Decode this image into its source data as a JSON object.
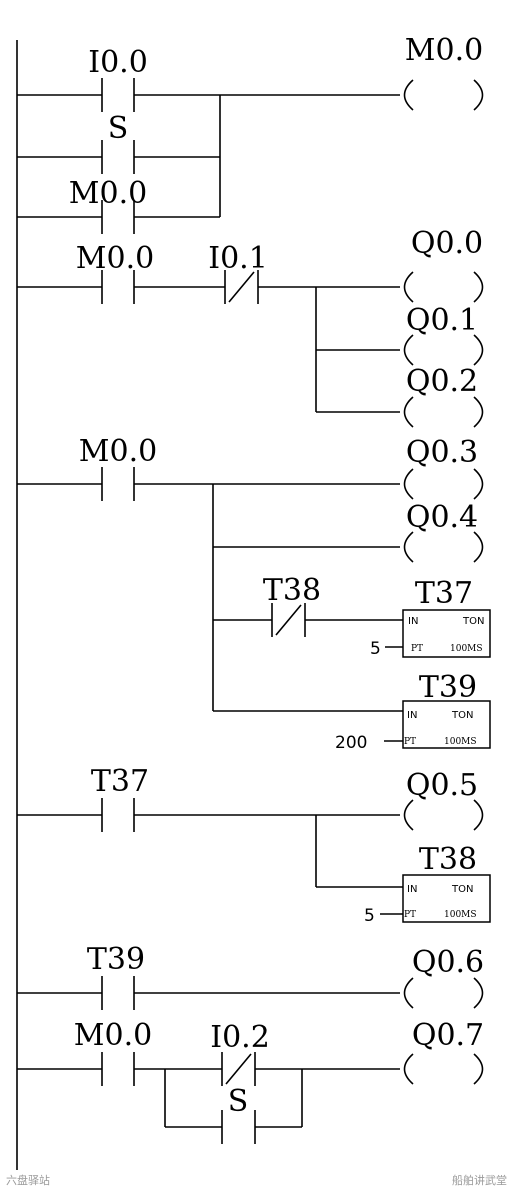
{
  "rungs": [
    {
      "contacts": [
        {
          "label": "I0.0",
          "type": "no"
        },
        {
          "label": "S",
          "type": "no",
          "branch": true
        },
        {
          "label": "M0.0",
          "type": "no",
          "branch": true
        }
      ],
      "coils": [
        "M0.0"
      ]
    },
    {
      "contacts": [
        {
          "label": "M0.0",
          "type": "no"
        },
        {
          "label": "I0.1",
          "type": "nc"
        }
      ],
      "coils": [
        "Q0.0",
        "Q0.1",
        "Q0.2"
      ]
    },
    {
      "contacts": [
        {
          "label": "M0.0",
          "type": "no"
        },
        {
          "label": "T38",
          "type": "nc"
        }
      ],
      "coils": [
        "Q0.3",
        "Q0.4"
      ],
      "timers": [
        {
          "name": "T37",
          "in": "IN",
          "type": "TON",
          "pt": "PT",
          "base": "100MS",
          "preset": "5"
        },
        {
          "name": "T39",
          "in": "IN",
          "type": "TON",
          "pt": "PT",
          "base": "100MS",
          "preset": "200"
        }
      ]
    },
    {
      "contacts": [
        {
          "label": "T37",
          "type": "no"
        }
      ],
      "coils": [
        "Q0.5"
      ],
      "timers": [
        {
          "name": "T38",
          "in": "IN",
          "type": "TON",
          "pt": "PT",
          "base": "100MS",
          "preset": "5"
        }
      ]
    },
    {
      "contacts": [
        {
          "label": "T39",
          "type": "no"
        }
      ],
      "coils": [
        "Q0.6"
      ]
    },
    {
      "contacts": [
        {
          "label": "M0.0",
          "type": "no"
        },
        {
          "label": "I0.2",
          "type": "nc"
        },
        {
          "label": "S",
          "type": "no",
          "branch": true
        }
      ],
      "coils": [
        "Q0.7"
      ]
    }
  ],
  "footer": {
    "left": "六盘驿站",
    "right": "船舶讲武堂"
  }
}
